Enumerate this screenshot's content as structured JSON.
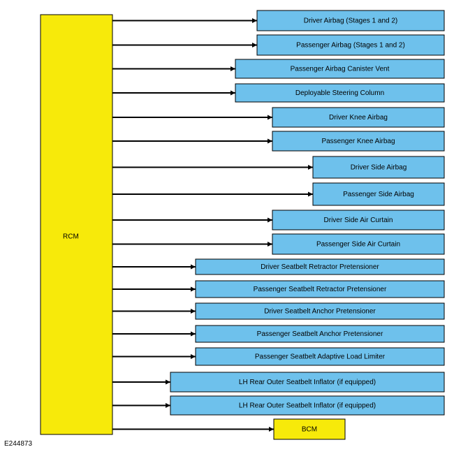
{
  "figure_id": "E244873",
  "source": {
    "label": "RCM"
  },
  "targets": [
    {
      "label": "Driver Airbag (Stages 1 and 2)"
    },
    {
      "label": "Passenger Airbag (Stages 1 and 2)"
    },
    {
      "label": "Passenger Airbag Canister Vent"
    },
    {
      "label": "Deployable Steering Column"
    },
    {
      "label": "Driver Knee Airbag"
    },
    {
      "label": "Passenger Knee Airbag"
    },
    {
      "label": "Driver Side Airbag"
    },
    {
      "label": "Passenger Side Airbag"
    },
    {
      "label": "Driver Side Air Curtain"
    },
    {
      "label": "Passenger Side Air Curtain"
    },
    {
      "label": "Driver Seatbelt Retractor Pretensioner"
    },
    {
      "label": "Passenger Seatbelt Retractor Pretensioner"
    },
    {
      "label": "Driver Seatbelt Anchor Pretensioner"
    },
    {
      "label": "Passenger Seatbelt Anchor Pretensioner"
    },
    {
      "label": "Passenger Seatbelt Adaptive Load Limiter"
    },
    {
      "label": "LH Rear Outer Seatbelt Inflator (if equipped)"
    },
    {
      "label": "LH Rear Outer Seatbelt Inflator (if equipped)"
    },
    {
      "label": "BCM"
    }
  ],
  "colors": {
    "source_fill": "#f7ea0a",
    "target_fill": "#6ec1ec",
    "bcm_fill": "#f7ea0a",
    "stroke": "#000000"
  }
}
